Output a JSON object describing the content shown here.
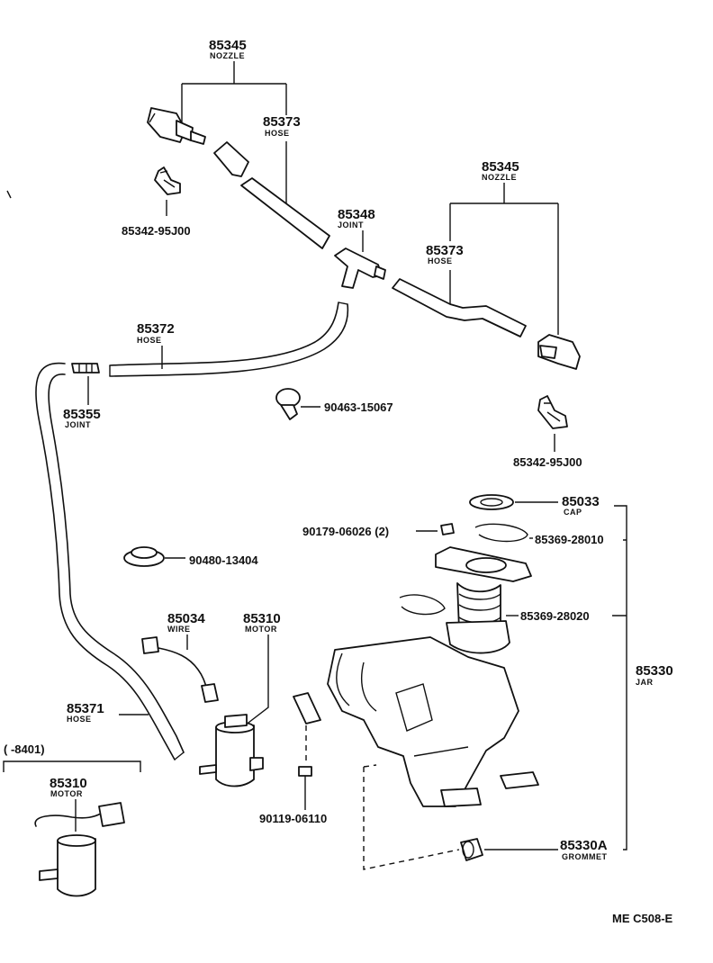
{
  "labels": {
    "nozzle_top": {
      "num": "85345",
      "sub": "NOZZLE"
    },
    "hose_top": {
      "num": "85373",
      "sub": "HOSE"
    },
    "clip_top": {
      "num": "85342-95J00"
    },
    "nozzle_right": {
      "num": "85345",
      "sub": "NOZZLE"
    },
    "joint_mid": {
      "num": "85348",
      "sub": "JOINT"
    },
    "hose_right": {
      "num": "85373",
      "sub": "HOSE"
    },
    "hose_long": {
      "num": "85372",
      "sub": "HOSE"
    },
    "joint_left": {
      "num": "85355",
      "sub": "JOINT"
    },
    "clamp": {
      "num": "90463-15067"
    },
    "clip_right": {
      "num": "85342-95J00"
    },
    "cap": {
      "num": "85033",
      "sub": "CAP"
    },
    "nut": {
      "num": "90179-06026 (2)"
    },
    "gasket_top": {
      "num": "85369-28010"
    },
    "grommet_plug": {
      "num": "90480-13404"
    },
    "wire": {
      "num": "85034",
      "sub": "WIRE"
    },
    "motor": {
      "num": "85310",
      "sub": "MOTOR"
    },
    "gasket_lower": {
      "num": "85369-28020"
    },
    "jar": {
      "num": "85330",
      "sub": "JAR"
    },
    "hose_lower": {
      "num": "85371",
      "sub": "HOSE"
    },
    "range": {
      "num": "(      -8401)"
    },
    "motor_old": {
      "num": "85310",
      "sub": "MOTOR"
    },
    "bolt": {
      "num": "90119-06110"
    },
    "grommet": {
      "num": "85330A",
      "sub": "GROMMET"
    }
  },
  "diagram_code": "ME C508-E"
}
